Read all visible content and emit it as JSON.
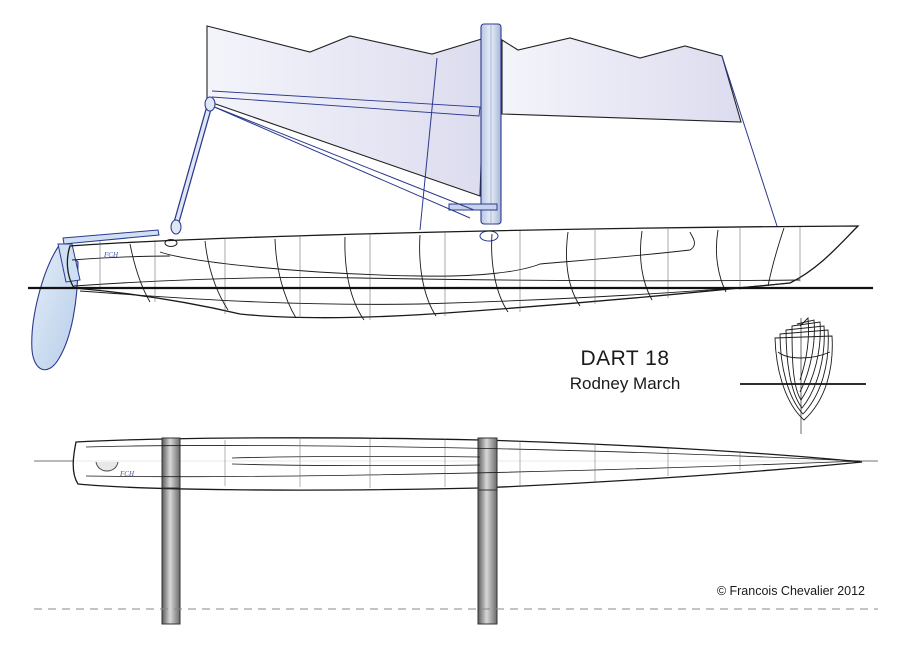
{
  "title": {
    "model": "DART 18",
    "designer": "Rodney March"
  },
  "copyright": "© Francois Chevalier  2012",
  "designer_mark": "FCH",
  "colors": {
    "ink": "#1a1a1a",
    "rigging": "#2b3990",
    "sail_fill": "#e6e7f5",
    "rudder_fill": "#cfe0f3",
    "beam_fill": "#9a9a9a"
  },
  "views": [
    "side-elevation",
    "plan-view",
    "body-plan-sections"
  ]
}
